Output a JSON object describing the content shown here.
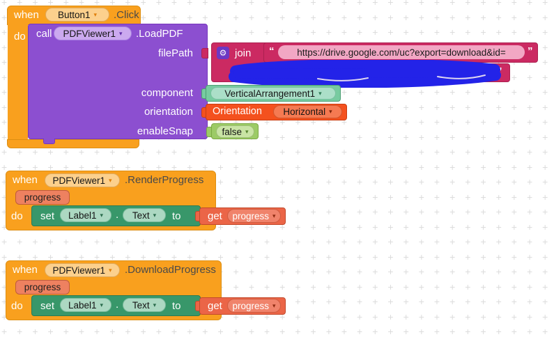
{
  "ui": {
    "grid_char": "+",
    "dropdown_arrow": "▾",
    "gear_icon": "⚙",
    "open_quote": "“",
    "close_quote": "”"
  },
  "colors": {
    "event_orange": "#F9A01E",
    "method_purple": "#8C4FD0",
    "text_ruby": "#CB2A62",
    "string_field_pink": "#F2A7C4",
    "component_mint": "#77CBA0",
    "orientation_vermilion": "#F4511E",
    "logic_green": "#9CCB66",
    "setter_green": "#38976A",
    "getter_red": "#EB6547",
    "param_badge": "#EE8160",
    "scribble_blue": "#2323E8",
    "grid_gray": "#DCDCDC"
  },
  "block1": {
    "when": "when",
    "component": "Button1",
    "event": ".Click",
    "do": "do",
    "call": "call",
    "call_component": "PDFViewer1",
    "method": ".LoadPDF",
    "param_filepath": "filePath",
    "param_component": "component",
    "param_orientation": "orientation",
    "param_enablesnap": "enableSnap",
    "join_label": "join",
    "string1": "https://drive.google.com/uc?export=download&id=",
    "string2_redacted": true,
    "component_value": "VerticalArrangement1",
    "orientation_label": "Orientation",
    "orientation_value": "Horizontal",
    "enablesnap_value": "false"
  },
  "block2": {
    "when": "when",
    "component": "PDFViewer1",
    "event": ".RenderProgress",
    "param": "progress",
    "do": "do",
    "set": "set",
    "set_component": "Label1",
    "dot": ".",
    "property": "Text",
    "to": "to",
    "get": "get",
    "get_value": "progress"
  },
  "block3": {
    "when": "when",
    "component": "PDFViewer1",
    "event": ".DownloadProgress",
    "param": "progress",
    "do": "do",
    "set": "set",
    "set_component": "Label1",
    "dot": ".",
    "property": "Text",
    "to": "to",
    "get": "get",
    "get_value": "progress"
  }
}
